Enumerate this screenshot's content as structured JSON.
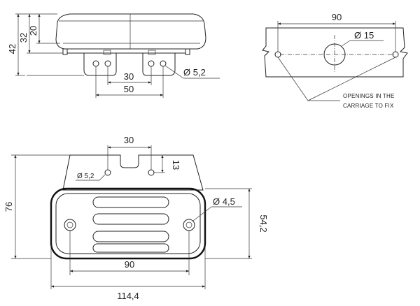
{
  "side_view": {
    "dim_height_total": "42",
    "dim_height_mid": "32",
    "dim_height_top": "20",
    "dim_hole_spacing": "30",
    "dim_bracket_width": "50",
    "dim_hole_diameter": "Ø 5,2"
  },
  "mount_view": {
    "dim_width": "90",
    "dim_center_hole": "Ø 15",
    "note_line1": "OPENINGS IN THE",
    "note_line2": "CARRIAGE TO FIX"
  },
  "front_view": {
    "dim_hole_spacing": "30",
    "dim_notch_height": "13",
    "dim_hole_diameter": "Ø 5,2",
    "dim_height_total": "76",
    "dim_lens_hole": "Ø 4,5",
    "dim_lens_height": "54,2",
    "dim_lens_hole_spacing": "90",
    "dim_width_total": "114,4"
  }
}
